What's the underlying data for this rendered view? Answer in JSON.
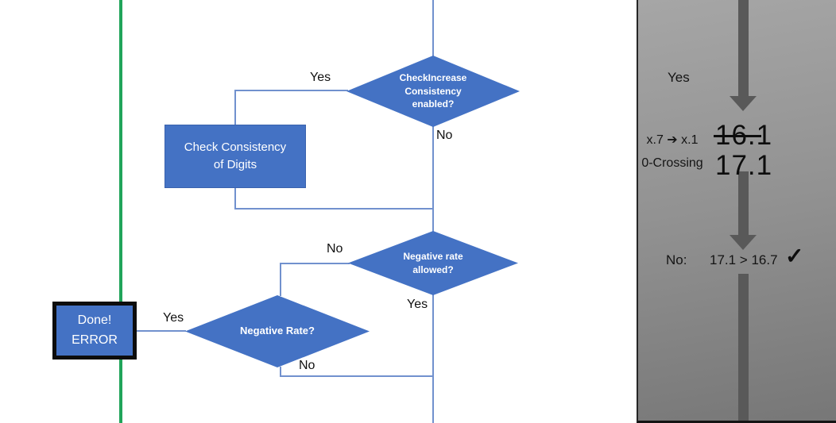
{
  "colors": {
    "shape_blue": "#4472C4",
    "connector_blue": "#7191CE",
    "green_line": "#21A45A",
    "arrow_gray": "#595959",
    "panel_gradient_top": "#A6A6A6",
    "panel_gradient_bottom": "#777777"
  },
  "flowchart": {
    "decision_check_increase": {
      "line1": "CheckIncrease",
      "line2": "Consistency",
      "line3": "enabled?"
    },
    "process_check_consistency": {
      "line1": "Check Consistency",
      "line2": "of Digits"
    },
    "decision_negative_rate_allowed": {
      "line1": "Negative rate",
      "line2": "allowed?"
    },
    "decision_negative_rate": {
      "label": "Negative Rate?"
    },
    "terminal_done_error": {
      "line1": "Done!",
      "line2": "ERROR"
    },
    "edge_labels": {
      "yes_top": "Yes",
      "no_top": "No",
      "no_mid": "No",
      "yes_mid": "Yes",
      "yes_done": "Yes",
      "no_bottom": "No"
    }
  },
  "panel": {
    "yes_label": "Yes",
    "crossing_line1": "x.7 ➔ x.1",
    "crossing_line2": "0-Crossing",
    "old_value": "16.1",
    "new_value": "17.1",
    "result_prefix": "No:",
    "result_comparison": "17.1 > 16.7",
    "check_mark": "✓"
  }
}
